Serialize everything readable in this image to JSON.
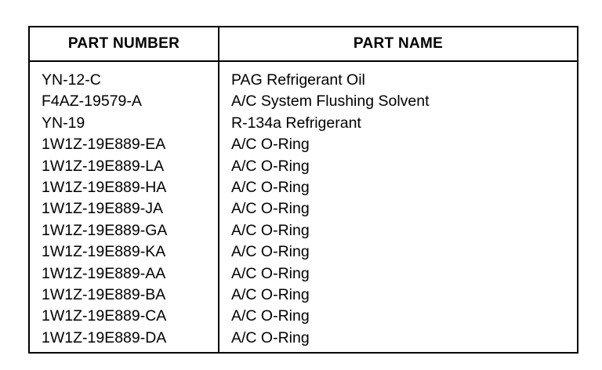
{
  "table": {
    "headers": {
      "part_number": "PART NUMBER",
      "part_name": "PART NAME"
    },
    "rows": [
      {
        "part_number": "YN-12-C",
        "part_name": "PAG Refrigerant Oil"
      },
      {
        "part_number": "F4AZ-19579-A",
        "part_name": "A/C System Flushing Solvent"
      },
      {
        "part_number": "YN-19",
        "part_name": "R-134a Refrigerant"
      },
      {
        "part_number": "1W1Z-19E889-EA",
        "part_name": "A/C O-Ring"
      },
      {
        "part_number": "1W1Z-19E889-LA",
        "part_name": "A/C O-Ring"
      },
      {
        "part_number": "1W1Z-19E889-HA",
        "part_name": "A/C O-Ring"
      },
      {
        "part_number": "1W1Z-19E889-JA",
        "part_name": "A/C O-Ring"
      },
      {
        "part_number": "1W1Z-19E889-GA",
        "part_name": "A/C O-Ring"
      },
      {
        "part_number": "1W1Z-19E889-KA",
        "part_name": "A/C O-Ring"
      },
      {
        "part_number": "1W1Z-19E889-AA",
        "part_name": "A/C O-Ring"
      },
      {
        "part_number": "1W1Z-19E889-BA",
        "part_name": "A/C O-Ring"
      },
      {
        "part_number": "1W1Z-19E889-CA",
        "part_name": "A/C O-Ring"
      },
      {
        "part_number": "1W1Z-19E889-DA",
        "part_name": "A/C O-Ring"
      }
    ]
  }
}
